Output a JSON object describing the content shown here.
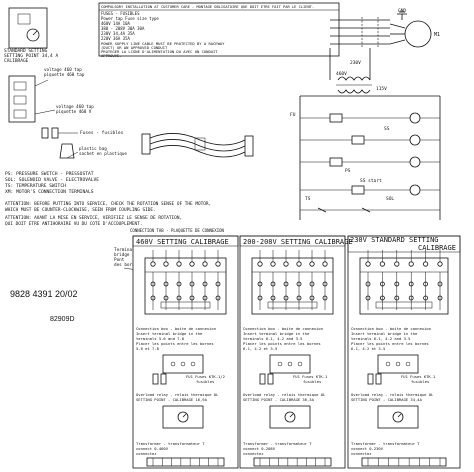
{
  "colors": {
    "ink": "#111111",
    "paper": "#ffffff"
  },
  "doc_code": "9828 4391 20/02",
  "doc_ref": "82909D",
  "topleft": {
    "standard": "STANDARD SETTING",
    "setting_point": "SETTING POINT 34,4 A",
    "calibrage": "CALIBRAGE",
    "v460a": "voltage 460 tap",
    "v460b": "piquette 460 tap",
    "v460c": "voltage 460 tap",
    "v460d": "piquette 460 V",
    "fuses": "Fuses - fusibles",
    "plastic": "plastic bag",
    "sachet": "sachet en plastique"
  },
  "compulsory": {
    "title": "COMPULSORY INSTALLATION AT CUSTOMER CARE - MONTAGE OBLIGATOIRE QUE DOIT ETRE FAIT PAR LE CLIENT.",
    "fuses_head": "FUSES - FUSIBLES",
    "power": "Power tap  Fuse size type",
    "r1": "460V  14A  10A",
    "r2": "380 - 208V 30A  30A",
    "r3": "230V  34,4A  35A",
    "r4": "220V  36A  35A",
    "note1": "POWER SUPPLY LINE CABLE MUST BE PROTECTED BY A RACEWAY",
    "note2": "(DUCT) OR AN APPROVED CONDUIT",
    "note3": "PROTEGER LA LIGNE D'ALIMENTATION DU AVEC UN CONDUIT",
    "note4": "APPROUVE."
  },
  "legend": {
    "ps": "PS: PRESSURE SWITCH - PRESSOSTAT",
    "sol": "SOL: SOLENOID VALVE - ELECTROVALVE",
    "ts": "TS: TEMPERATURE SWITCH",
    "xm": "XM: MOTOR'S CONNECTION TERMINALS",
    "att1": "ATTENTION: BEFORE PUTTING INTO SERVICE, CHECK THE ROTATION SENSE OF THE MOTOR,",
    "att2": "WHICH MUST BE COUNTER-CLOCKWISE, SEEN FROM COUPLING SIDE.",
    "att3": "ATTENTION: AVANT LA MISE EN SERVICE, VERIFIEZ LE SENSE DE ROTATION,",
    "att4": "QUI DOIT ETRE ANTIHORAIRE VU DU COTE D'ACCOUPLEMENT."
  },
  "schematic": {
    "gnd": "GND",
    "m1": "M1",
    "v460": "460V",
    "v230": "230V",
    "v115": "115V",
    "ts": "TS",
    "ps": "PS",
    "sol": "SOL",
    "ss": "SS",
    "start": "SS start",
    "fu": "FU"
  },
  "connection": {
    "head": "CONNECTION TAB - PLAQUETTE DE CONNEXION",
    "terminal_a": "Terminal",
    "terminal_b": "bridge",
    "terminal_c": "Pont",
    "terminal_d": "des bornes",
    "panels": [
      {
        "title": "460V SETTING  CALIBRAGE",
        "cb1": "Connection box - boite de connexion",
        "cb2": "Insert terminal bridge in the",
        "cb3": "terminals 5-6 and 7-8",
        "cb4": "Placer les points entre les bornes",
        "cb5": "5-6 et 7-8",
        "fuses": "FU1 Fuses KTK-1/2",
        "fusibles": "fusibles",
        "ov1": "Overload relay - relais thermique OL",
        "ov2": "SETTING POINT - CALIBRAGE 16,9A",
        "tr1": "Transformer - transformateur T",
        "tr2": "connect 0-460V",
        "tr3": "connectez"
      },
      {
        "title": "200-208V SETTING  CALIBRAGE",
        "cb1": "Connection box - boite de connexion",
        "cb2": "Insert terminal bridge in the",
        "cb3": "terminals 6-1, 4-2 and 3-5",
        "cb4": "Placer les points entre les bornes",
        "cb5": "6-1, 4-2 et 3-5",
        "fuses": "FU1 Fuses KTK-1",
        "fusibles": "fusibles",
        "ov1": "Overload relay - relais thermique OL",
        "ov2": "SETTING POINT - CALIBRAGE 36,3A",
        "tr1": "Transformer - transformateur T",
        "tr2": "connect 0-208V",
        "tr3": "connectez"
      },
      {
        "title": "230V STANDARD SETTING",
        "subtitle": "CALIBRAGE",
        "cb1": "Connection box - boite de connexion",
        "cb2": "Insert terminal bridge in the",
        "cb3": "terminals 6-1, 4-2 and 3-5",
        "cb4": "Placer les points entre les bornes",
        "cb5": "6-1, 4-2 et 3-5",
        "fuses": "FU1 Fuses KTK-1",
        "fusibles": "fusibles",
        "ov1": "Overload relay - relais thermique OL",
        "ov2": "SETTING POINT - CALIBRAGE 34,4A",
        "tr1": "Transformer - transformateur T",
        "tr2": "connect 0-230V",
        "tr3": "connectez"
      }
    ]
  }
}
